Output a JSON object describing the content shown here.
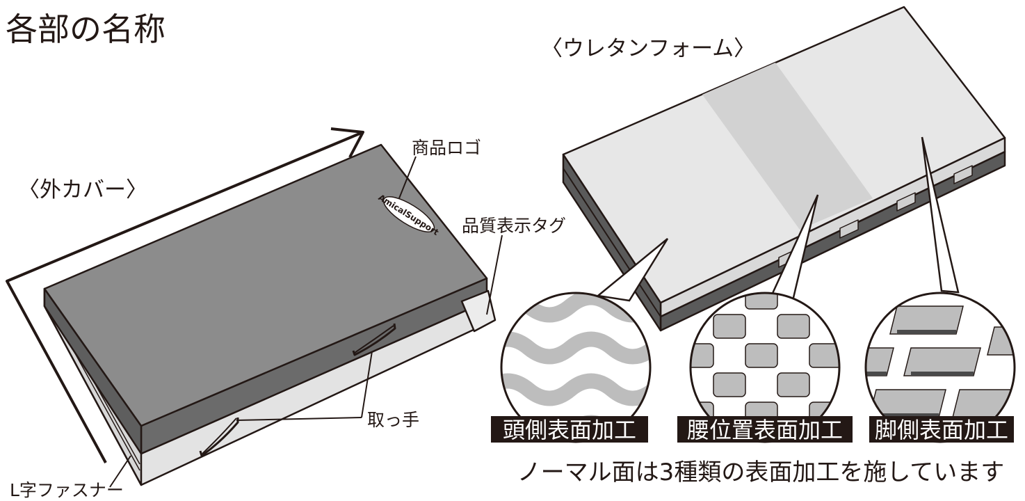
{
  "title": "各部の名称",
  "outer_cover": {
    "heading": "〈外カバー〉",
    "labels": {
      "logo": "商品ロゴ",
      "tag": "品質表示タグ",
      "handle": "取っ手",
      "zipper": "L字ファスナー"
    },
    "logo_mark": "AmicalSupport"
  },
  "urethane_foam": {
    "heading": "〈ウレタンフォーム〉",
    "surfaces": [
      {
        "label": "頭側表面加工"
      },
      {
        "label": "腰位置表面加工"
      },
      {
        "label": "脚側表面加工"
      }
    ],
    "note": "ノーマル面は3種類の表面加工を施しています"
  },
  "colors": {
    "cover_top": "#8c8c8c",
    "cover_side_dark": "#666666",
    "foam_light": "#e7e7e7",
    "foam_middle": "#d4d4d4",
    "foam_dark": "#5a5a5a",
    "badge_bg": "#231815",
    "line": "#231815"
  }
}
